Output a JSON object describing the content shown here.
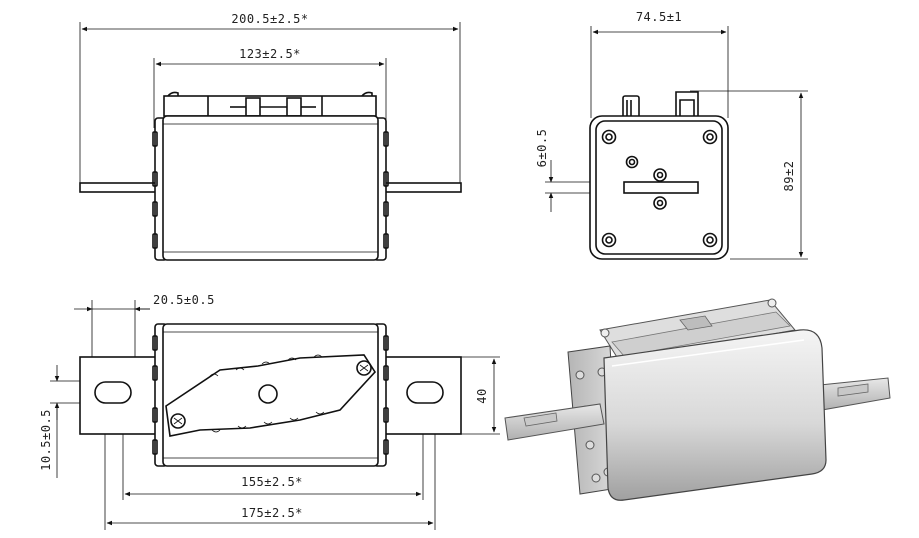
{
  "dimensions": {
    "top_overall_length": "200.5±2.5*",
    "top_body_length": "123±2.5*",
    "side_width": "74.5±1",
    "side_height": "89±2",
    "side_slot_offset": "6±0.5",
    "bottom_tag_offset": "20.5±0.5",
    "bottom_slot_width": "10.5±0.5",
    "bottom_body_depth": "40",
    "bottom_hole_spacing": "155±2.5*",
    "bottom_overall_length": "175±2.5*"
  },
  "colors": {
    "line": "#111111",
    "body_shade_light": "#f2f2f2",
    "body_shade_dark": "#9a9a9a"
  }
}
